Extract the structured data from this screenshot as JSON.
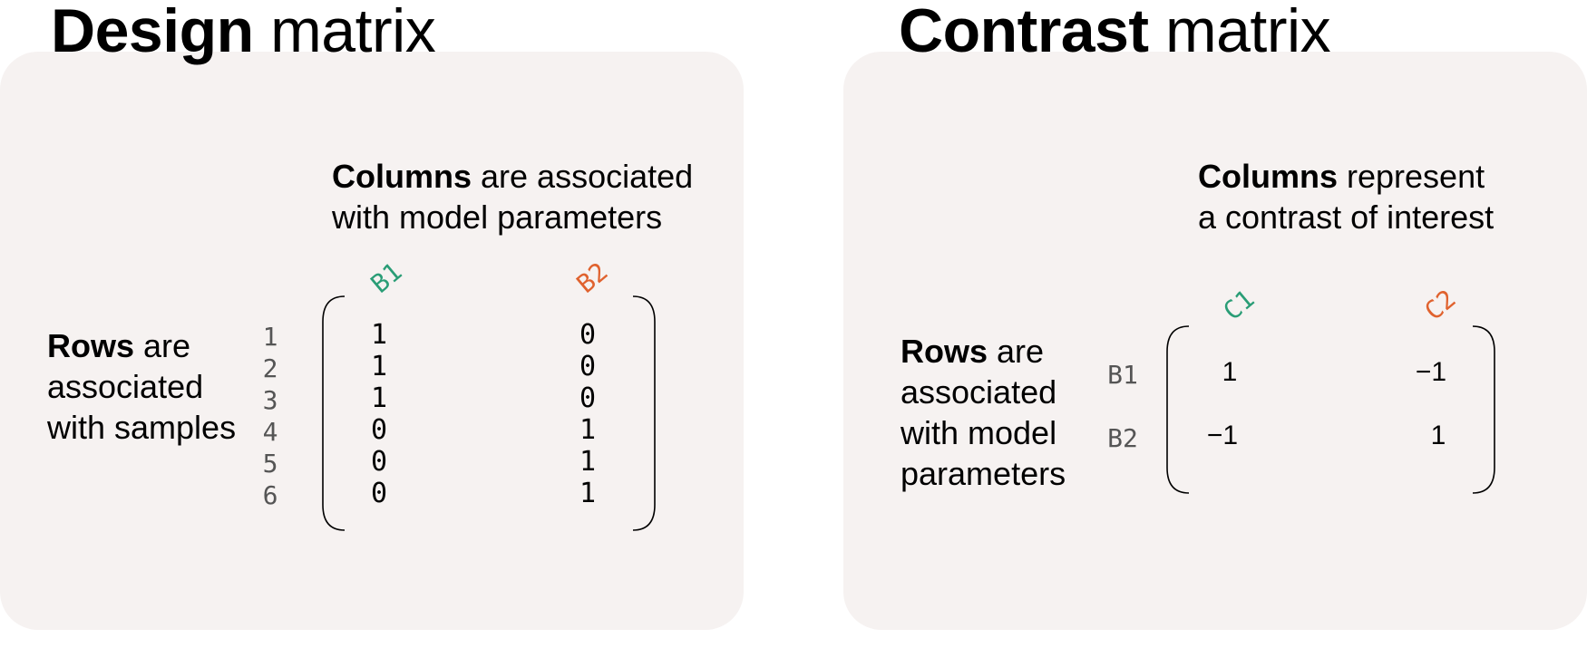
{
  "design": {
    "title_bold": "Design",
    "title_rest": " matrix",
    "columns_caption": {
      "bold": "Columns",
      "line1_rest": " are associated",
      "line2": "with model parameters"
    },
    "rows_caption": {
      "bold": "Rows",
      "line1_rest": " are",
      "line2": "associated",
      "line3": "with samples"
    },
    "column_labels": [
      "B1",
      "B2"
    ],
    "row_labels": [
      "1",
      "2",
      "3",
      "4",
      "5",
      "6"
    ],
    "matrix": [
      [
        "1",
        "0"
      ],
      [
        "1",
        "0"
      ],
      [
        "1",
        "0"
      ],
      [
        "0",
        "1"
      ],
      [
        "0",
        "1"
      ],
      [
        "0",
        "1"
      ]
    ]
  },
  "contrast": {
    "title_bold": "Contrast",
    "title_rest": " matrix",
    "columns_caption": {
      "bold": "Columns",
      "line1_rest": " represent",
      "line2": "a contrast of interest"
    },
    "rows_caption": {
      "bold": "Rows",
      "line1_rest": " are",
      "line2": "associated",
      "line3": "with model",
      "line4": "parameters"
    },
    "column_labels": [
      "C1",
      "C2"
    ],
    "row_labels": [
      "B1",
      "B2"
    ],
    "matrix": [
      [
        "1",
        "−1"
      ],
      [
        "−1",
        "1"
      ]
    ]
  },
  "colors": {
    "first_column": "#2a9d76",
    "second_column": "#e0622e",
    "panel_bg": "#f6f2f1"
  }
}
